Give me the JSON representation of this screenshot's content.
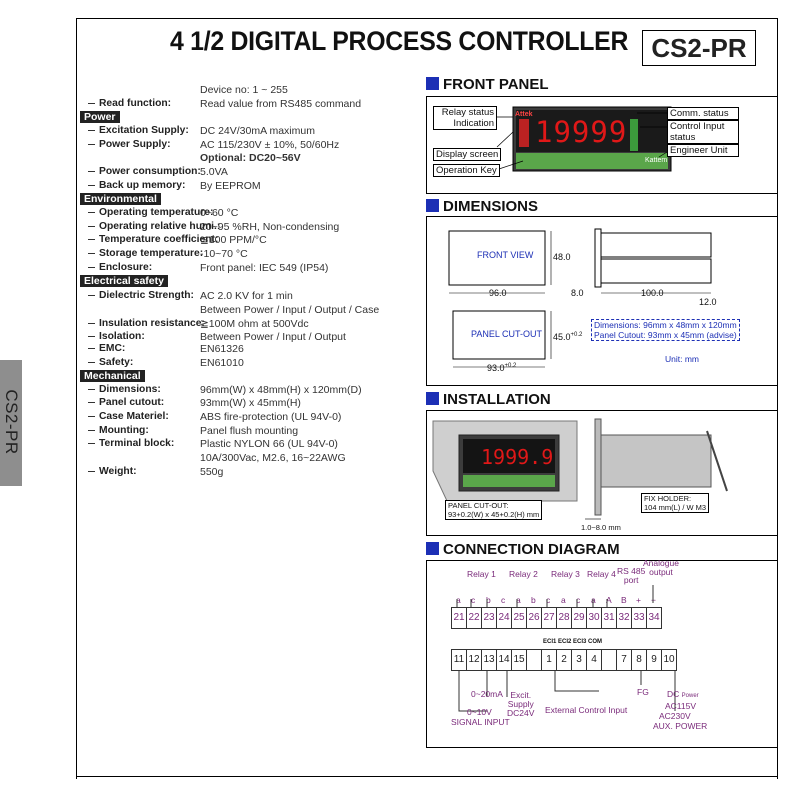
{
  "header": {
    "title": "4 1/2 DIGITAL PROCESS CONTROLLER",
    "model": "CS2-PR"
  },
  "side_tab": "CS2-PR",
  "specs": {
    "device_no": "Device no: 1 ~ 255",
    "read_function": {
      "label": "Read function:",
      "value": "Read value from RS485 command"
    },
    "power_head": "Power",
    "excitation": {
      "label": "Excitation Supply:",
      "value": "DC 24V/30mA maximum"
    },
    "power_supply": {
      "label": "Power Supply:",
      "value": "AC 115/230V ± 10%, 50/60Hz",
      "value2": "Optional: DC20~56V"
    },
    "power_consumption": {
      "label": "Power consumption:",
      "value": "5.0VA"
    },
    "backup_memory": {
      "label": "Back up memory:",
      "value": "By EEPROM"
    },
    "env_head": "Environmental",
    "op_temp": {
      "label": "Operating temperature:",
      "value": "0~60 °C"
    },
    "op_humi": {
      "label": "Operating relative humi.:",
      "value": "20~95 %RH, Non-condensing"
    },
    "temp_coeff": {
      "label": "Temperature coefficient:",
      "value": "≦100 PPM/°C"
    },
    "storage_temp": {
      "label": "Storage temperature:",
      "value": "-10~70 °C"
    },
    "enclosure": {
      "label": "Enclosure:",
      "value": "Front panel: IEC 549 (IP54)"
    },
    "elec_head": "Electrical safety",
    "dielectric": {
      "label": "Dielectric Strength:",
      "value": "AC 2.0 KV for 1 min",
      "value2": "Between Power / Input / Output / Case"
    },
    "insulation": {
      "label": "Insulation resistance:",
      "value": "≧100M ohm at 500Vdc",
      "value2": "Between Power / Input / Output"
    },
    "isolation": {
      "label": "Isolation:",
      "value": ""
    },
    "emc": {
      "label": "EMC:",
      "value": "EN61326"
    },
    "safety": {
      "label": "Safety:",
      "value": "EN61010"
    },
    "mech_head": "Mechanical",
    "dimensions": {
      "label": "Dimensions:",
      "value": "96mm(W) x 48mm(H) x 120mm(D)"
    },
    "panel_cutout": {
      "label": "Panel cutout:",
      "value": "93mm(W) x 45mm(H)"
    },
    "case_material": {
      "label": "Case Materiel:",
      "value": "ABS fire-protection (UL 94V-0)"
    },
    "mounting": {
      "label": "Mounting:",
      "value": "Panel flush mounting"
    },
    "terminal_block": {
      "label": "Terminal block:",
      "value": "Plastic NYLON 66 (UL 94V-0)",
      "value2": "10A/300Vac, M2.6, 16~22AWG"
    },
    "weight": {
      "label": "Weight:",
      "value": "550g"
    }
  },
  "front_panel": {
    "heading": "FRONT PANEL",
    "relay_status": "Relay status",
    "indication": "Indication",
    "display_screen": "Display screen",
    "operation_key": "Operation Key",
    "comm_status": "Comm. status",
    "control_input": "Control Input",
    "status": "status",
    "engineer_unit": "Engineer Unit",
    "display_value": "19999",
    "brand": "Kattem",
    "logo": "Attek"
  },
  "dimensions": {
    "heading": "DIMENSIONS",
    "front_view": "FRONT VIEW",
    "h48": "48.0",
    "w96": "96.0",
    "d8": "8.0",
    "d100": "100.0",
    "d12": "12.0",
    "panel_cutout": "PANEL CUT-OUT",
    "h45": "45.0",
    "h45_tol": "+0.2",
    "w93": "93.0",
    "w93_tol": "+0.2",
    "note1": "Dimensions: 96mm x 48mm x 120mm",
    "note2": "Panel Cutout: 93mm x 45mm (advise)",
    "unit": "Unit: mm"
  },
  "installation": {
    "heading": "INSTALLATION",
    "cutout_title": "PANEL CUT-OUT:",
    "cutout_dim": "93+0.2(W) x 45+0.2(H) mm",
    "thickness": "1.0~8.0 mm",
    "fix_holder": "FIX HOLDER:",
    "fix_spec": "104 mm(L) / W M3",
    "display_value": "1999.9"
  },
  "connection": {
    "heading": "CONNECTION DIAGRAM",
    "relay1": "Relay 1",
    "relay2": "Relay 2",
    "relay3": "Relay 3",
    "relay4": "Relay 4",
    "rs485": "RS 485",
    "port": "port",
    "analogue": "Analogue",
    "output": "output",
    "top_terms": [
      "21",
      "22",
      "23",
      "24",
      "25",
      "26",
      "27",
      "28",
      "29",
      "30",
      "31",
      "32",
      "33",
      "34"
    ],
    "top_letters": [
      "a",
      "c",
      "b",
      "c",
      "a",
      "b",
      "c",
      "a",
      "c",
      "a",
      "A",
      "B",
      "+",
      "−"
    ],
    "bottom_terms": [
      "11",
      "12",
      "13",
      "14",
      "15",
      "",
      "1",
      "2",
      "3",
      "4",
      "",
      "7",
      "8",
      "9",
      "10"
    ],
    "eci": [
      "ECI1",
      "ECI2",
      "ECI3",
      "COM"
    ],
    "ma": "0~20mA",
    "v": "0~10V",
    "signal_input": "SIGNAL INPUT",
    "excit1": "Excit.",
    "excit2": "Supply",
    "excit3": "DC24V",
    "ext_ctrl": "External Control Input",
    "fg": "FG",
    "dc": "DC",
    "power": "Power",
    "ac115": "AC115V",
    "ac230": "AC230V",
    "aux": "AUX. POWER"
  }
}
